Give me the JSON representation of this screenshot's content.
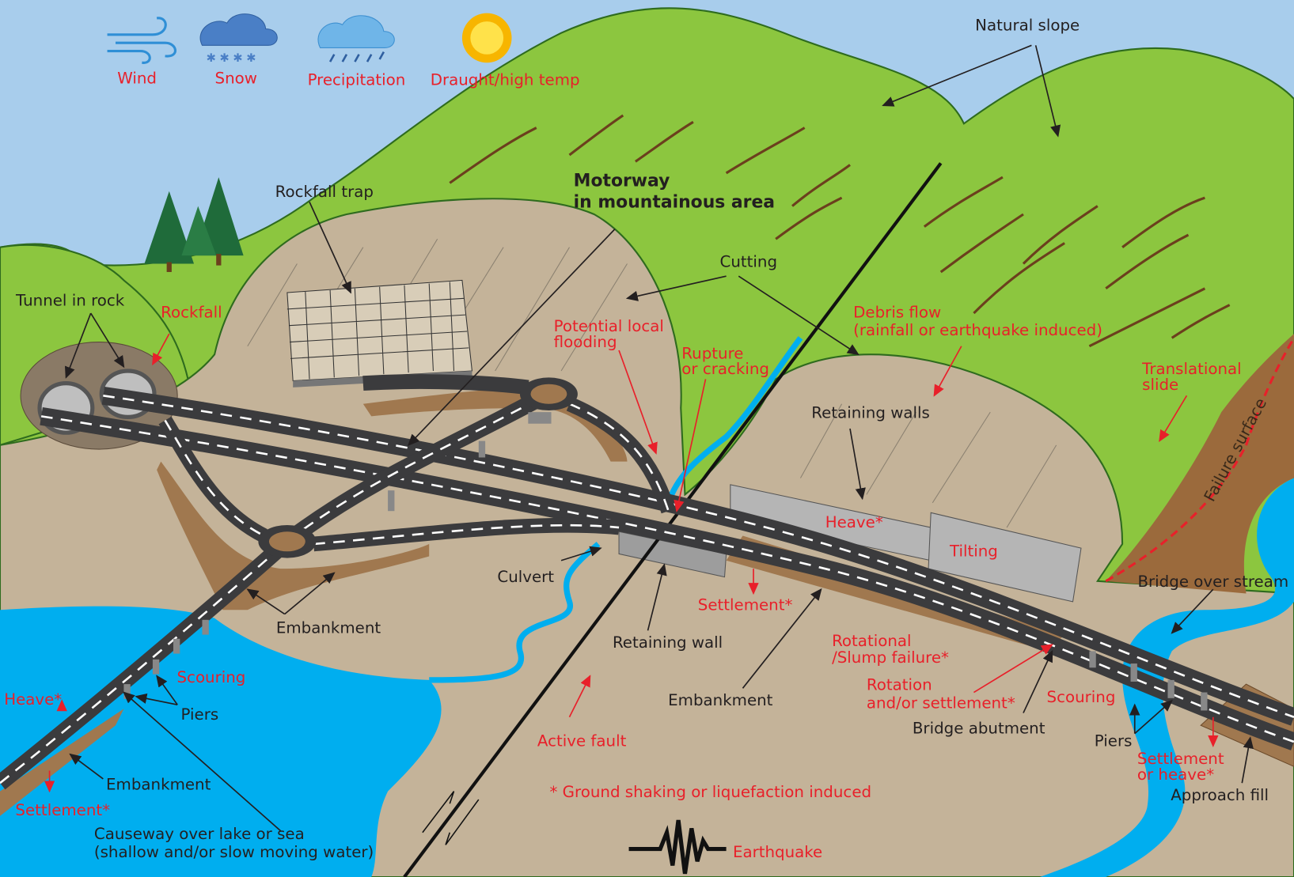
{
  "title": {
    "line1": "Motorway",
    "line2": "in mountainous area"
  },
  "hazards": [
    {
      "label": "Wind",
      "icon": "wind-icon"
    },
    {
      "label": "Snow",
      "icon": "snow-cloud-icon"
    },
    {
      "label": "Precipitation",
      "icon": "rain-cloud-icon"
    },
    {
      "label": "Draught/high temp",
      "icon": "sun-icon"
    }
  ],
  "labels": {
    "natural_slope": "Natural slope",
    "rockfall_trap": "Rockfall trap",
    "tunnel_in_rock": "Tunnel in rock",
    "rockfall": "Rockfall",
    "cutting": "Cutting",
    "potential_flooding_1": "Potential local",
    "potential_flooding_2": "flooding",
    "rupture_1": "Rupture",
    "rupture_2": "or cracking",
    "debris_1": "Debris flow",
    "debris_2": "(rainfall or earthquake induced)",
    "translational_1": "Translational",
    "translational_2": "slide",
    "failure_surface": "Failure surface",
    "retaining_walls": "Retaining walls",
    "heave_wall": "Heave*",
    "tilting": "Tilting",
    "bridge_over_stream": "Bridge over stream",
    "culvert": "Culvert",
    "settlement_mid": "Settlement*",
    "embankment_left": "Embankment",
    "retaining_wall": "Retaining wall",
    "rotational_1": "Rotational",
    "rotational_2": "/Slump failure*",
    "rotation_1": "Rotation",
    "rotation_2": "and/or settlement*",
    "scouring_right": "Scouring",
    "scouring_left": "Scouring",
    "heave_left": "Heave*",
    "piers_left": "Piers",
    "embankment_mid": "Embankment",
    "bridge_abutment": "Bridge abutment",
    "piers_right": "Piers",
    "active_fault": "Active fault",
    "settlement_heave_1": "Settlement",
    "settlement_heave_2": "or heave*",
    "approach_fill": "Approach fill",
    "embankment_causeway": "Embankment",
    "footnote": "* Ground shaking or liquefaction induced",
    "settlement_left": "Settlement*",
    "causeway_1": "Causeway over lake or sea",
    "causeway_2": "(shallow and/or slow moving water)",
    "earthquake": "Earthquake"
  },
  "colors": {
    "sky": "#a8cdec",
    "slope": "#8cc63f",
    "ground": "#c4b399",
    "water": "#00aeef",
    "hazard_text": "#e8202a"
  }
}
